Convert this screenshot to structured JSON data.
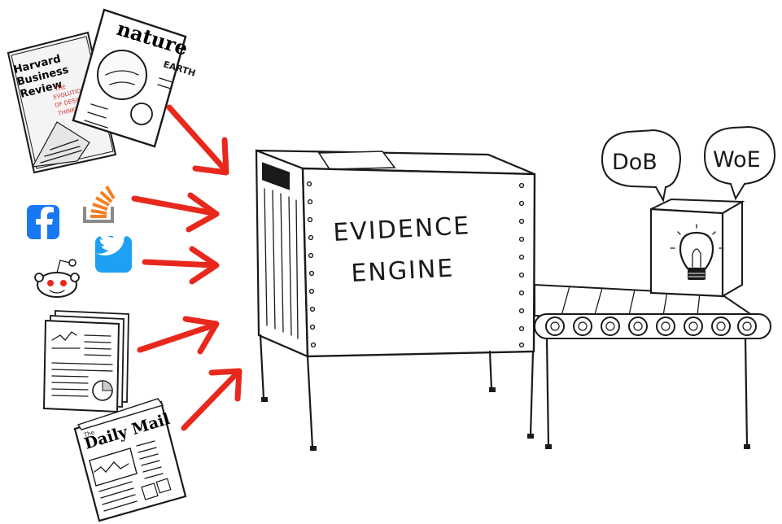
{
  "diagram": {
    "engine": {
      "line1": "EVIDENCE",
      "line2": "ENGINE"
    },
    "outputs": [
      {
        "label": "DoB"
      },
      {
        "label": "WoE"
      }
    ],
    "sources": {
      "hbr_title": [
        "Harvard",
        "Business",
        "Review"
      ],
      "hbr_cover_text": [
        "THE",
        "EVOLUTION",
        "OF DESIGN",
        "THINKING"
      ],
      "nature_title": "nature",
      "nature_cover_text": [
        "EARTH"
      ],
      "daily_mail_title": "Daily Mail",
      "daily_mail_the": "The"
    },
    "icons": [
      "facebook-icon",
      "stack-overflow-icon",
      "twitter-icon",
      "reddit-icon",
      "report-document-icon",
      "newspaper-icon",
      "lightbulb-icon"
    ],
    "colors": {
      "arrow": "#e8281d",
      "facebook": "#1877f2",
      "twitter": "#1da1f2",
      "stackoverflow_orange": "#f48024",
      "ink": "#1a1a1a"
    }
  }
}
